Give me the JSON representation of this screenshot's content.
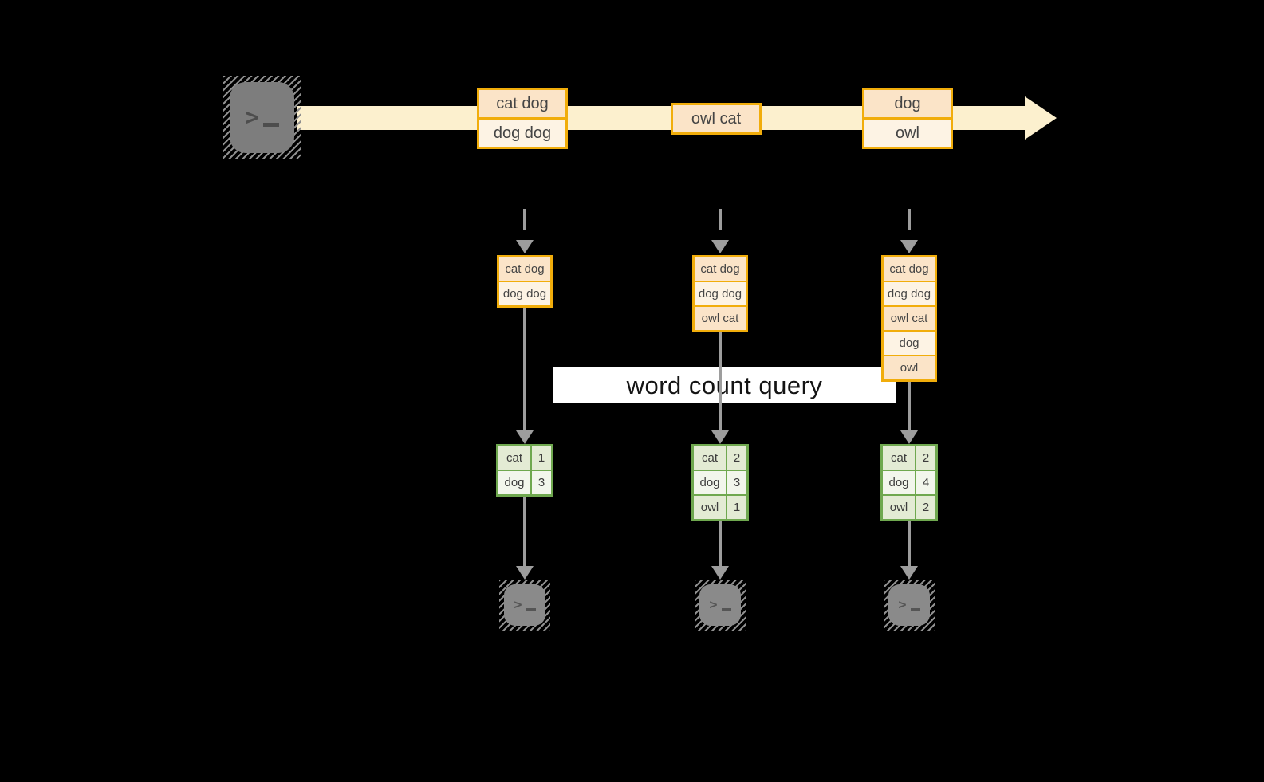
{
  "query_label": "word count query",
  "stream": {
    "batches": [
      {
        "lines": [
          "cat dog",
          "dog dog"
        ]
      },
      {
        "lines": [
          "owl cat"
        ]
      },
      {
        "lines": [
          "dog",
          "owl"
        ]
      }
    ]
  },
  "columns": [
    {
      "buffer_lines": [
        "cat dog",
        "dog dog"
      ],
      "counts": [
        {
          "word": "cat",
          "count": "1"
        },
        {
          "word": "dog",
          "count": "3"
        }
      ]
    },
    {
      "buffer_lines": [
        "cat dog",
        "dog dog",
        "owl cat"
      ],
      "counts": [
        {
          "word": "cat",
          "count": "2"
        },
        {
          "word": "dog",
          "count": "3"
        },
        {
          "word": "owl",
          "count": "1"
        }
      ]
    },
    {
      "buffer_lines": [
        "cat dog",
        "dog dog",
        "owl cat",
        "dog",
        "owl"
      ],
      "counts": [
        {
          "word": "cat",
          "count": "2"
        },
        {
          "word": "dog",
          "count": "4"
        },
        {
          "word": "owl",
          "count": "2"
        }
      ]
    }
  ],
  "icons": {
    "source_terminal": "terminal-icon",
    "sink_terminal": "terminal-icon",
    "stream_arrow": "right-arrow-icon"
  },
  "colors": {
    "background": "#000000",
    "stream_band": "#FCF0CE",
    "box_border": "#F1AD0B",
    "box_fill_dark": "#FBE4C8",
    "box_fill_light": "#FDF3E4",
    "table_border": "#6FA84F",
    "table_fill_dark": "#E3EBD4",
    "table_fill_light": "#F2F6EC",
    "arrow_gray": "#9D9D9D",
    "terminal_gray": "#7D7D7D",
    "query_band_bg": "#FFFFFF"
  }
}
